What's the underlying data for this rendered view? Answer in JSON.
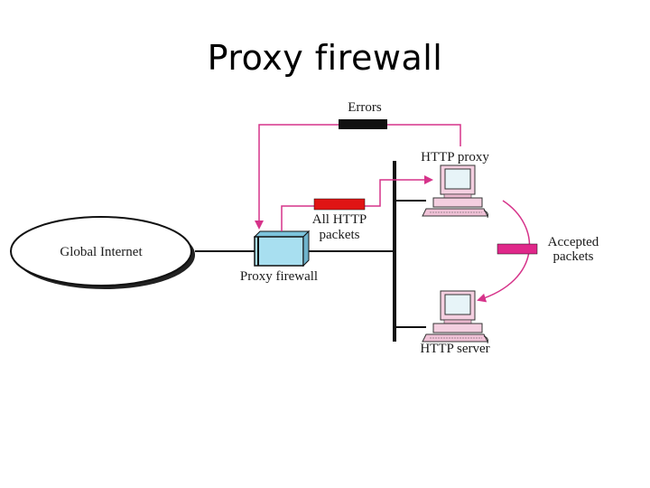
{
  "slide": {
    "title": "Proxy firewall"
  },
  "diagram": {
    "labels": {
      "global_internet": "Global Internet",
      "proxy_firewall": "Proxy firewall",
      "all_http_packets_line1": "All HTTP",
      "all_http_packets_line2": "packets",
      "errors": "Errors",
      "http_proxy": "HTTP proxy",
      "accepted_packets_line1": "Accepted",
      "accepted_packets_line2": "packets",
      "http_server": "HTTP server"
    },
    "colors": {
      "arrow": "#d6338a",
      "errors_packet": "#111111",
      "all_http_packet": "#e01414",
      "accepted_packet": "#e0288a",
      "firewall_box": "#a8dff0",
      "lines": "#111111"
    }
  }
}
